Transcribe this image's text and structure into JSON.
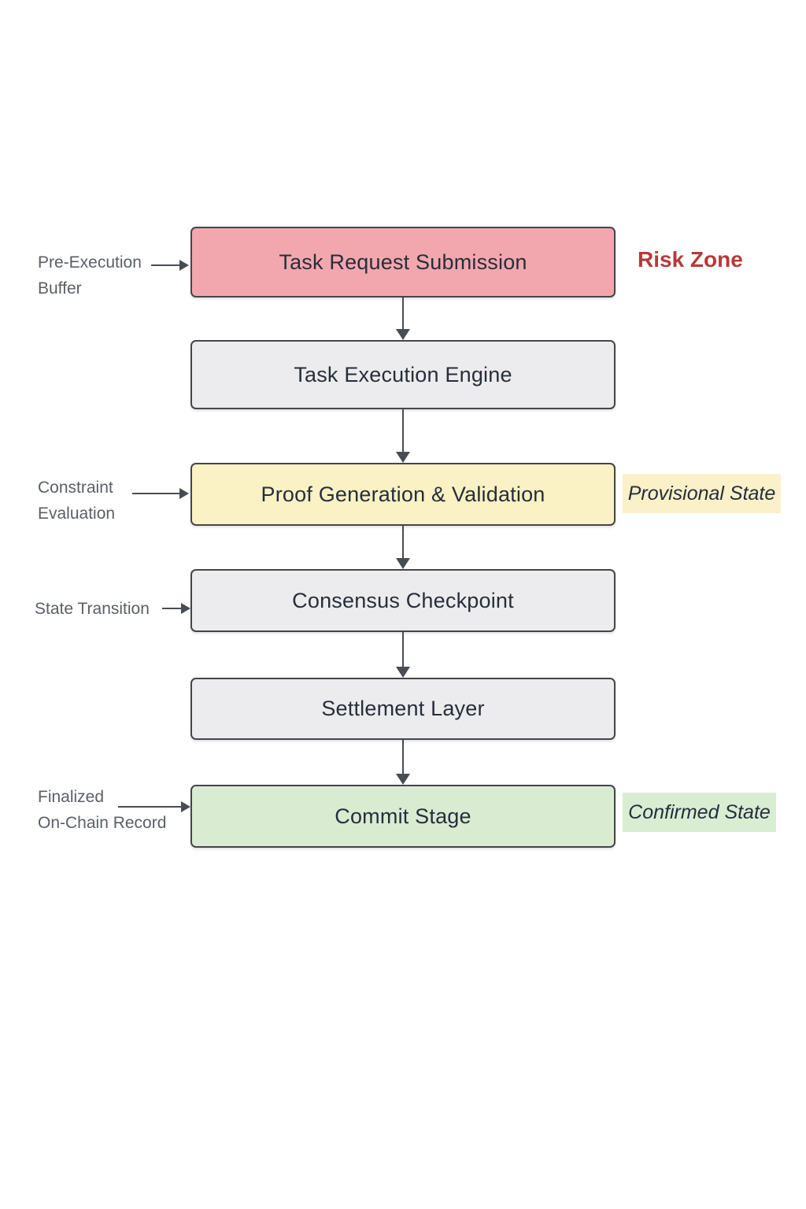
{
  "colors": {
    "page_bg": "#ffffff",
    "node_border": "#45464a",
    "node_text": "#272e3a",
    "arrow": "#484d54",
    "annotation_text": "#5a5f66",
    "risk_text": "#b53a3a",
    "pink_fill": "#f2a7ae",
    "gray_fill": "#ececee",
    "yellow_fill": "#faf1c4",
    "green_fill": "#d9ecd2",
    "yellow_highlight": "#faf1c9",
    "green_highlight": "#d9edd3"
  },
  "flow": {
    "nodes": [
      {
        "label": "Task Request Submission"
      },
      {
        "label": "Task Execution Engine"
      },
      {
        "label": "Proof Generation & Validation"
      },
      {
        "label": "Consensus Checkpoint"
      },
      {
        "label": "Settlement Layer"
      },
      {
        "label": "Commit Stage"
      }
    ],
    "annotations": [
      {
        "line1": "Pre-Execution",
        "line2": "Buffer"
      },
      {
        "line1": "Constraint",
        "line2": "Evaluation"
      },
      {
        "line1": "State Transition"
      },
      {
        "line1": "Finalized",
        "line2": "On-Chain Record"
      }
    ],
    "side_labels": [
      {
        "text": "Risk Zone"
      },
      {
        "text": "Provisional State"
      },
      {
        "text": "Confirmed State"
      }
    ]
  }
}
